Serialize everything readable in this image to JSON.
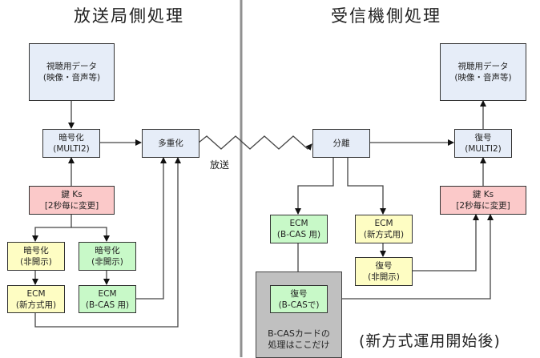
{
  "titles": {
    "broadcaster": "放送局側処理",
    "receiver": "受信機側処理"
  },
  "broadcaster": {
    "av_data": {
      "line1": "視聴用データ",
      "line2": "(映像・音声等)"
    },
    "encrypt_multi2": {
      "line1": "暗号化",
      "line2": "(MULTI2)"
    },
    "multiplex": {
      "line1": "多重化"
    },
    "key_ks": {
      "line1": "鍵 Ks",
      "line2": "[2秒毎に変更]"
    },
    "encrypt_new": {
      "line1": "暗号化",
      "line2": "(非開示)"
    },
    "encrypt_bcas": {
      "line1": "暗号化",
      "line2": "(非開示)"
    },
    "ecm_new": {
      "line1": "ECM",
      "line2": "(新方式用)"
    },
    "ecm_bcas": {
      "line1": "ECM",
      "line2": "(B-CAS 用)"
    }
  },
  "broadcast_label": "放送",
  "receiver": {
    "demux": {
      "line1": "分離"
    },
    "decrypt_multi2": {
      "line1": "復号",
      "line2": "(MULTI2)"
    },
    "av_data": {
      "line1": "視聴用データ",
      "line2": "(映像・音声等)"
    },
    "key_ks": {
      "line1": "鍵 Ks",
      "line2": "[2秒毎に変更]"
    },
    "ecm_bcas": {
      "line1": "ECM",
      "line2": "(B-CAS 用)"
    },
    "ecm_new": {
      "line1": "ECM",
      "line2": "(新方式用)"
    },
    "decrypt_new": {
      "line1": "復号",
      "line2": "(非開示)"
    },
    "decrypt_bcas": {
      "line1": "復号",
      "line2": "(B-CASで)"
    },
    "bcas_card_area": {
      "line1": "B-CASカードの",
      "line2": "処理はここだけ"
    }
  },
  "footnote": "(新方式運用開始後)",
  "colors": {
    "process": "#e6edf8",
    "key": "#fbc9c9",
    "new_method": "#fefdc3",
    "bcas": "#c8f9c8",
    "bcas_card": "#c0c0c0",
    "divider": "#909090"
  }
}
